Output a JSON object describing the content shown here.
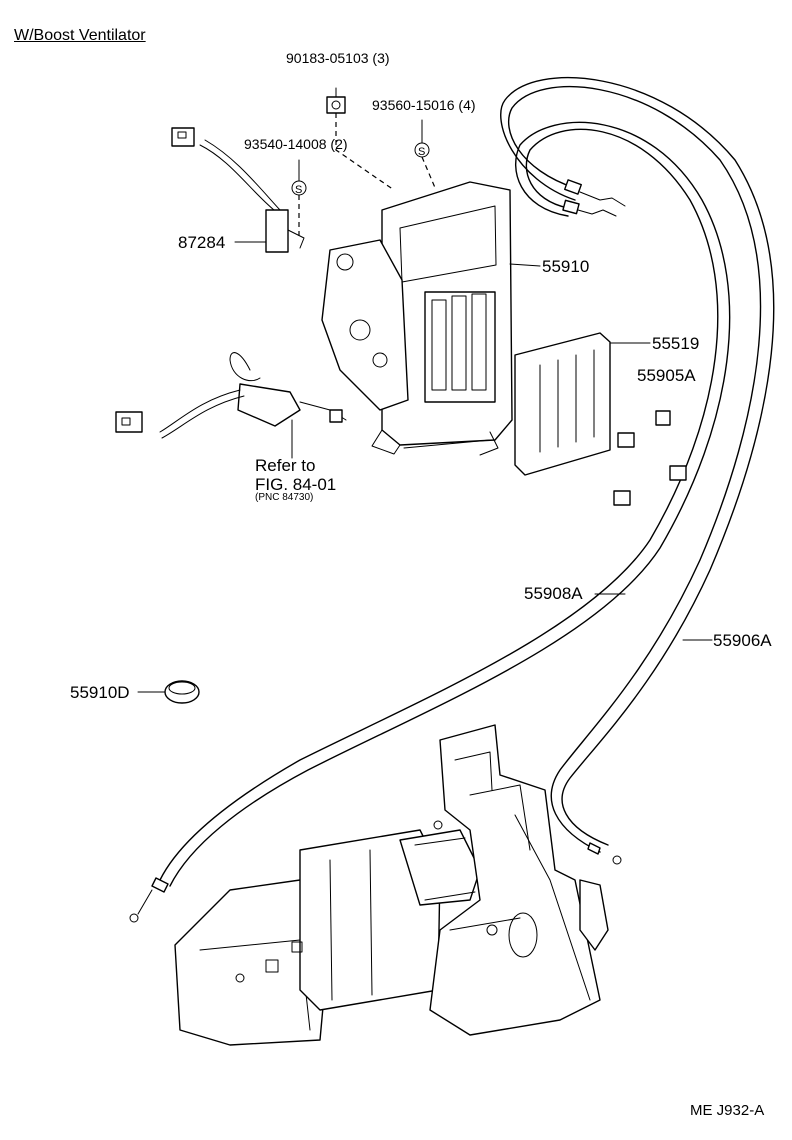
{
  "title": "W/Boost Ventilator",
  "parts": {
    "clip_90183": "90183-05103 (3)",
    "screw_93560": "93560-15016 (4)",
    "screw_93540": "93540-14008 (2)",
    "switch_87284": "87284",
    "control_55910": "55910",
    "cover_55519": "55519",
    "nut_55905a": "55905A",
    "cable_55908a": "55908A",
    "cable_55906a": "55906A",
    "plug_55910d": "55910D"
  },
  "reference": {
    "line1": "Refer to",
    "line2": "FIG. 84-01",
    "line3": "(PNC 84730)"
  },
  "diagram_code": "ME J932-A",
  "icon_names": [
    "screw-symbol-icon",
    "clip-icon",
    "connector-icon",
    "nut-icon",
    "plug-icon"
  ],
  "colors": {
    "ink": "#000000",
    "paper": "#ffffff"
  }
}
